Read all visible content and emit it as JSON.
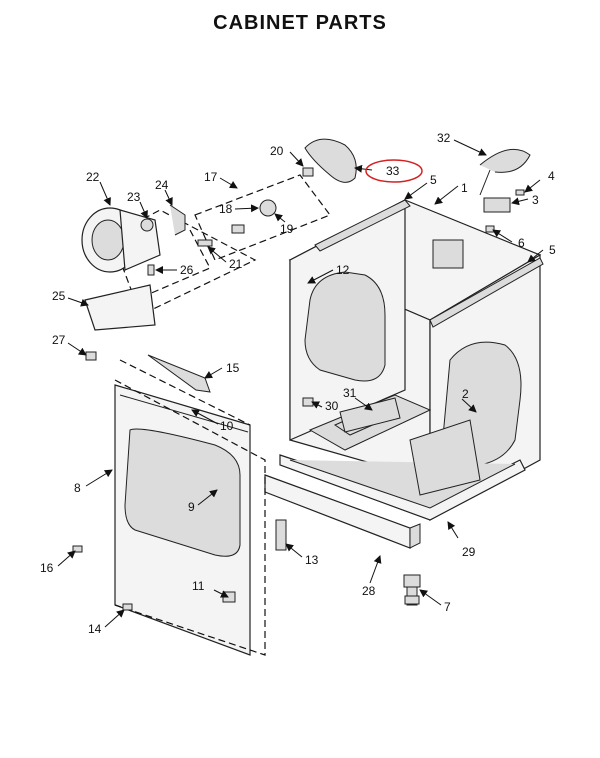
{
  "title": "CABINET PARTS",
  "callouts": {
    "p1": "1",
    "p2": "2",
    "p3": "3",
    "p4": "4",
    "p5a": "5",
    "p5b": "5",
    "p6": "6",
    "p7": "7",
    "p8": "8",
    "p9": "9",
    "p10": "10",
    "p11": "11",
    "p12": "12",
    "p13": "13",
    "p14": "14",
    "p15": "15",
    "p16": "16",
    "p17": "17",
    "p18": "18",
    "p19": "19",
    "p20": "20",
    "p21": "21",
    "p22": "22",
    "p23": "23",
    "p24": "24",
    "p25": "25",
    "p26": "26",
    "p27": "27",
    "p28": "28",
    "p29": "29",
    "p30": "30",
    "p31": "31",
    "p32": "32",
    "p33": "33"
  },
  "highlight_color": "#d42020"
}
